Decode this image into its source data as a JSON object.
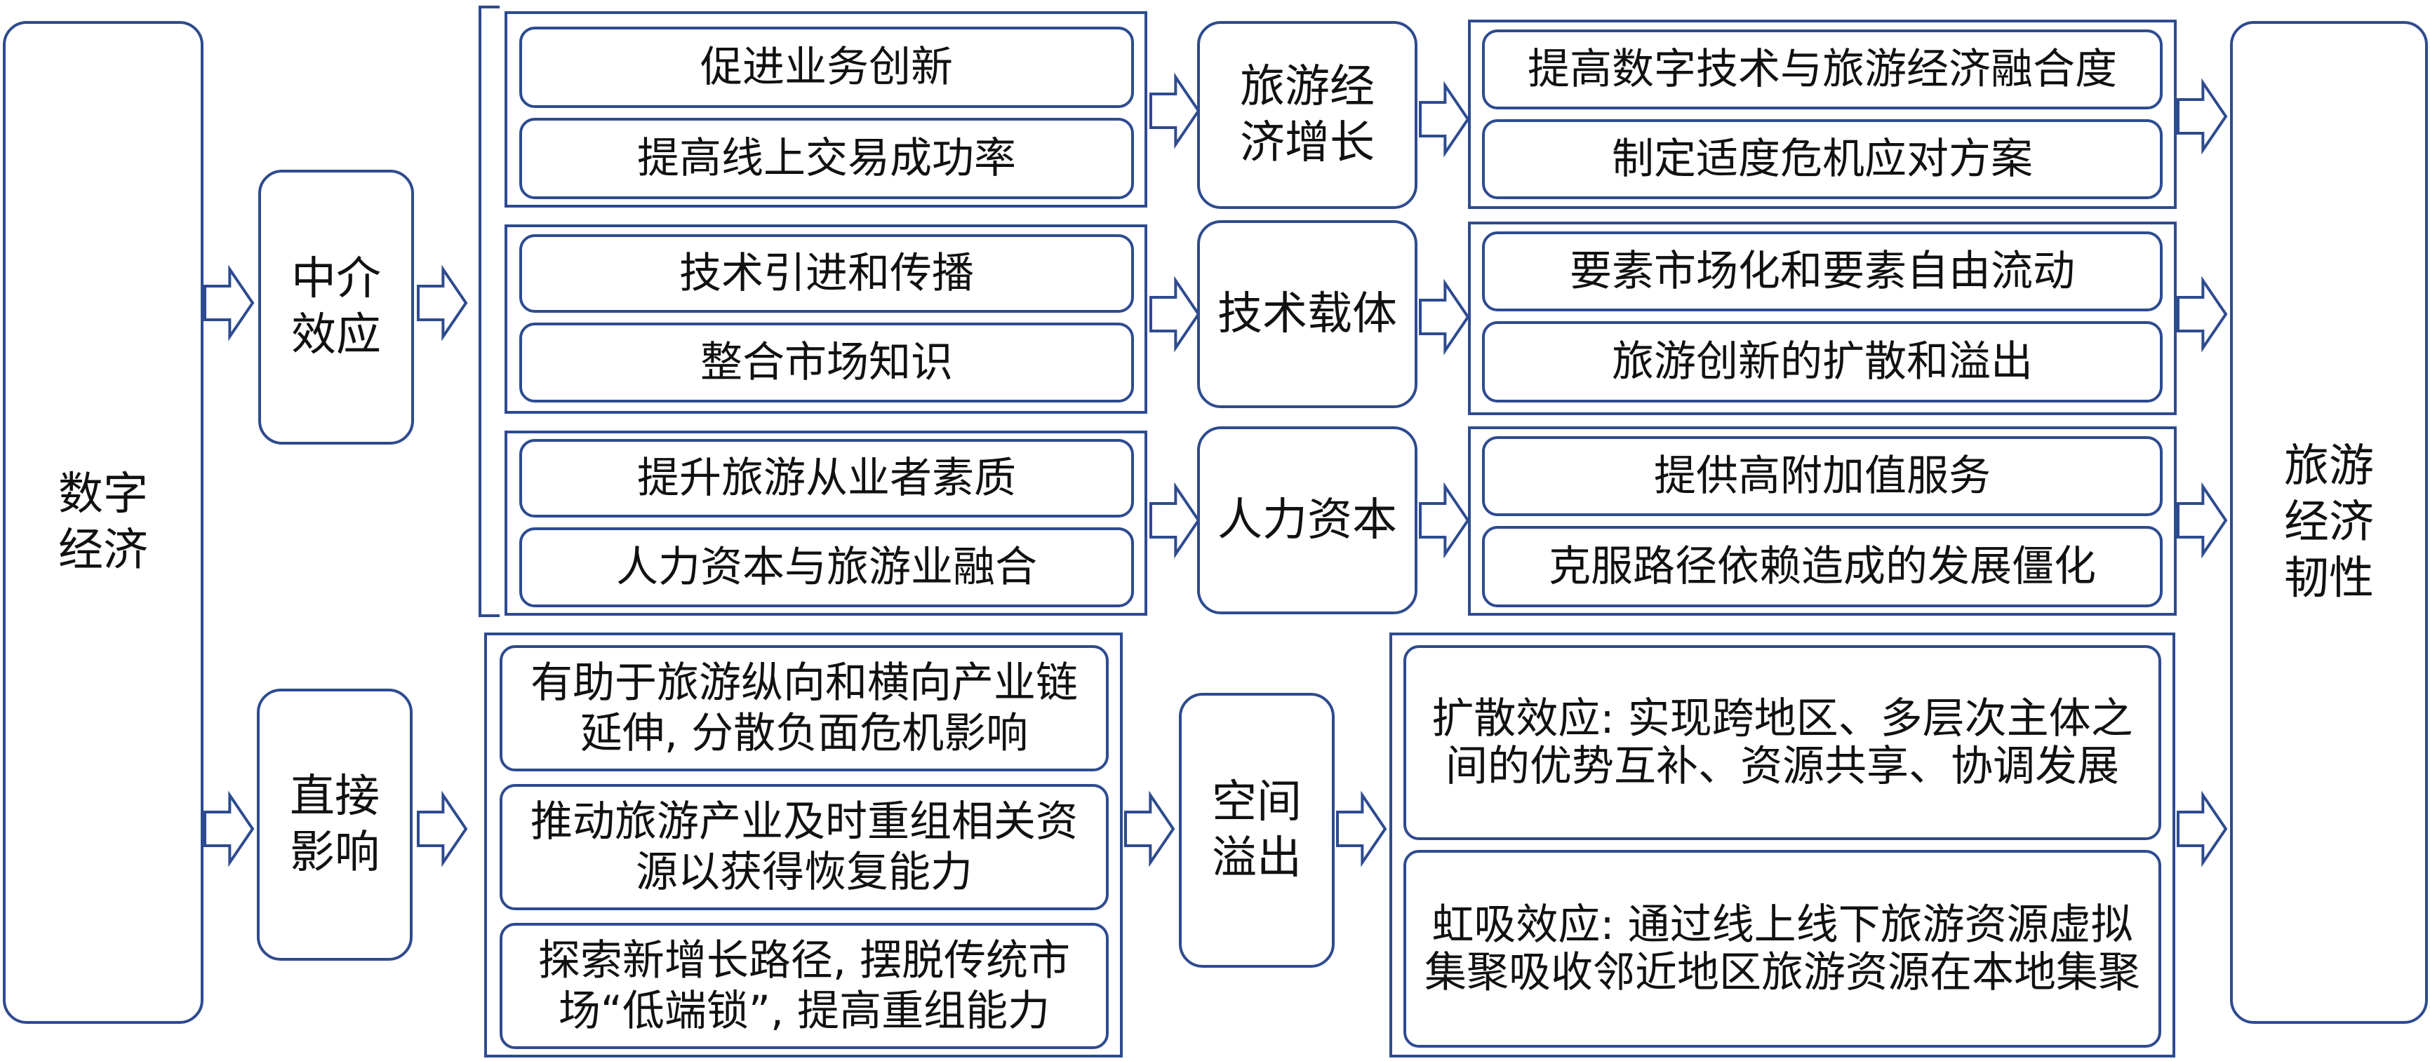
{
  "nodes": {
    "digital_economy": "数字经济",
    "mediating_effect": "中介效应",
    "direct_impact": "直接影响",
    "tourism_resilience": "旅游经济韧性",
    "tourism_growth": "旅游经济增长",
    "tech_carrier": "技术载体",
    "human_capital": "人力资本",
    "spatial_spillover": "空间溢出"
  },
  "growth_inputs": [
    "促进业务创新",
    "提高线上交易成功率"
  ],
  "growth_outputs": [
    "提高数字技术与旅游经济融合度",
    "制定适度危机应对方案"
  ],
  "tech_inputs": [
    "技术引进和传播",
    "整合市场知识"
  ],
  "tech_outputs": [
    "要素市场化和要素自由流动",
    "旅游创新的扩散和溢出"
  ],
  "hc_inputs": [
    "提升旅游从业者素质",
    "人力资本与旅游业融合"
  ],
  "hc_outputs": [
    "提供高附加值服务",
    "克服路径依赖造成的发展僵化"
  ],
  "direct_inputs": [
    "有助于旅游纵向和横向产业链延伸, 分散负面危机影响",
    "推动旅游产业及时重组相关资源以获得恢复能力",
    "探索新增长路径, 摆脱传统市场“低端锁”, 提高重组能力"
  ],
  "spillover_outputs": [
    "扩散效应: 实现跨地区、多层次主体之间的优势互补、资源共享、协调发展",
    "虹吸效应: 通过线上线下旅游资源虚拟集聚吸收邻近地区旅游资源在本地集聚"
  ],
  "colors": {
    "stroke": "#2e4b8f",
    "text": "#111111",
    "arrow_fill": "#ffffff"
  }
}
